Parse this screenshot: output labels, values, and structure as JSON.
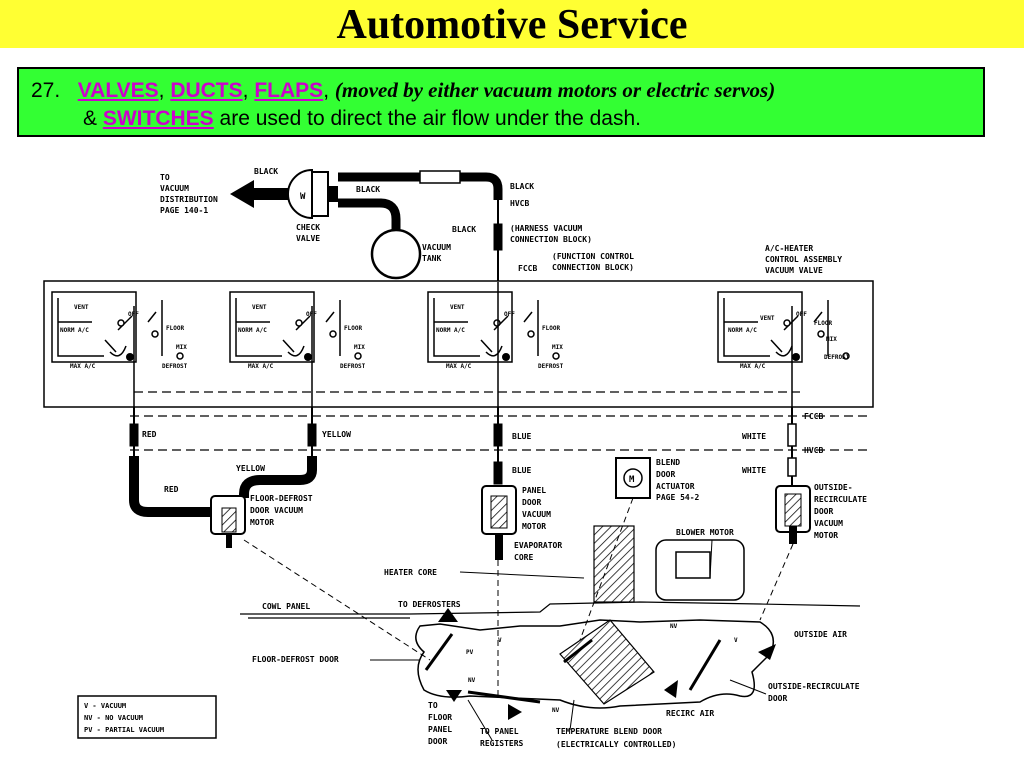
{
  "slide": {
    "title": "Automotive Service",
    "number": "27.",
    "kw_valves": "VALVES",
    "sep1": ",",
    "kw_ducts": "DUCTS",
    "sep2": ",",
    "kw_flaps": "FLAPS",
    "sep3": ",",
    "note": "(moved by either vacuum motors or electric servos)",
    "amp": "&",
    "kw_switches": "SWITCHES",
    "rest": "are used to direct the air flow under the dash."
  },
  "colors": {
    "title_bg": "#ffff33",
    "callout_bg": "#33ff33",
    "keyword": "#cc00cc"
  },
  "diagram": {
    "to_vac_1": "TO",
    "to_vac_2": "VACUUM",
    "to_vac_3": "DISTRIBUTION",
    "to_vac_4": "PAGE 140-1",
    "black_top": "BLACK",
    "black_mid": "BLACK",
    "black_right": "BLACK",
    "black_lower": "BLACK",
    "hvcb_top": "HVCB",
    "check_1": "CHECK",
    "check_2": "VALVE",
    "tank_1": "VACUUM",
    "tank_2": "TANK",
    "harness_1": "(HARNESS VACUUM",
    "harness_2": "CONNECTION BLOCK)",
    "fccb_top": "FCCB",
    "func_1": "(FUNCTION CONTROL",
    "func_2": "CONNECTION BLOCK)",
    "ach_1": "A/C-HEATER",
    "ach_2": "CONTROL ASSEMBLY",
    "ach_3": "VACUUM VALVE",
    "vent": "VENT",
    "off": "OFF",
    "norm_ac": "NORM A/C",
    "floor": "FLOOR",
    "mix": "MIX",
    "max_ac": "MAX A/C",
    "defrost": "DEFROST",
    "fccb_bot": "FCCB",
    "hvcb_bot": "HVCB",
    "red_1": "RED",
    "yellow_1": "YELLOW",
    "blue_1": "BLUE",
    "white_1": "WHITE",
    "yellow_2": "YELLOW",
    "red_2": "RED",
    "blue_2": "BLUE",
    "white_2": "WHITE",
    "fdd_1": "FLOOR-DEFROST",
    "fdd_2": "DOOR VACUUM",
    "fdd_3": "MOTOR",
    "pd_1": "PANEL",
    "pd_2": "DOOR",
    "pd_3": "VACUUM",
    "pd_4": "MOTOR",
    "bda_1": "BLEND",
    "bda_2": "DOOR",
    "bda_3": "ACTUATOR",
    "bda_4": "PAGE 54-2",
    "or_1": "OUTSIDE-",
    "or_2": "RECIRCULATE",
    "or_3": "DOOR",
    "or_4": "VACUUM",
    "or_5": "MOTOR",
    "evap_1": "EVAPORATOR",
    "evap_2": "CORE",
    "blower": "BLOWER MOTOR",
    "heater": "HEATER CORE",
    "cowl": "COWL PANEL",
    "to_def": "TO DEFROSTERS",
    "fd_door": "FLOOR-DEFROST DOOR",
    "outside_air": "OUTSIDE AIR",
    "ord_1": "OUTSIDE-RECIRCULATE",
    "ord_2": "DOOR",
    "recirc": "RECIRC AIR",
    "tfpd_1": "TO",
    "tfpd_2": "FLOOR",
    "tfpd_3": "PANEL",
    "tfpd_4": "DOOR",
    "tpr_1": "TO PANEL",
    "tpr_2": "REGISTERS",
    "tbd_1": "TEMPERATURE BLEND DOOR",
    "tbd_2": "(ELECTRICALLY CONTROLLED)",
    "pv": "PV",
    "v": "V",
    "nv": "NV",
    "m": "M",
    "legend_1": "V - VACUUM",
    "legend_2": "NV - NO VACUUM",
    "legend_3": "PV - PARTIAL VACUUM"
  }
}
